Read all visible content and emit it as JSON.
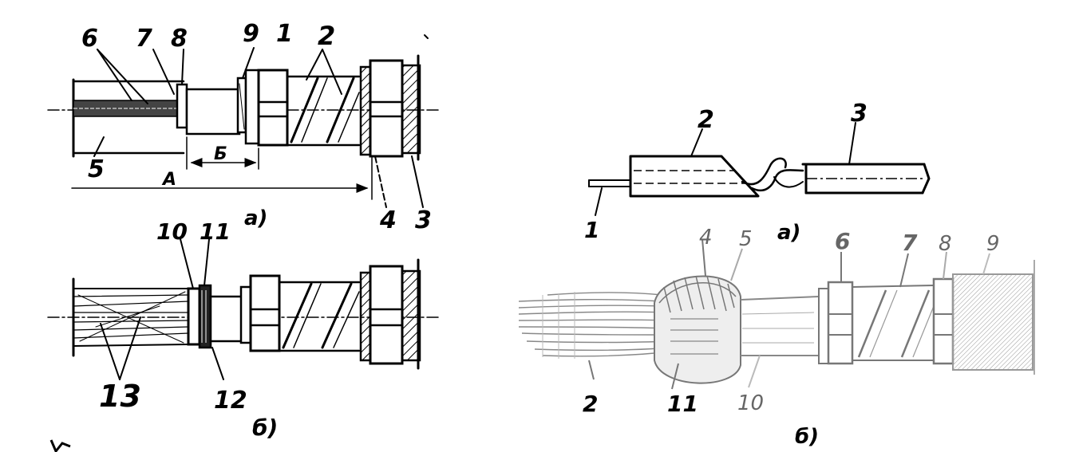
{
  "figure_left": {
    "panel_a": {
      "caption": "а)",
      "labels": {
        "l1": "1",
        "l2": "2",
        "l3": "3",
        "l4": "4",
        "l5": "5",
        "l6": "6",
        "l7": "7",
        "l8": "8",
        "l9": "9"
      },
      "dimension_A": "А",
      "dimension_B": "Б"
    },
    "panel_b": {
      "caption": "б)",
      "labels": {
        "l10": "10",
        "l11": "11",
        "l12": "12",
        "l13": "13"
      }
    }
  },
  "figure_right": {
    "panel_a": {
      "caption": "а)",
      "labels": {
        "l1": "1",
        "l2": "2",
        "l3": "3"
      }
    },
    "panel_b": {
      "caption": "б)",
      "labels": {
        "l2": "2",
        "l4": "4",
        "l5": "5",
        "l6": "6",
        "l7": "7",
        "l8": "8",
        "l9": "9",
        "l10": "10",
        "l11": "11"
      }
    }
  },
  "colors": {
    "ink": "#000000",
    "faded_ink": "#777777",
    "paper": "#ffffff"
  }
}
